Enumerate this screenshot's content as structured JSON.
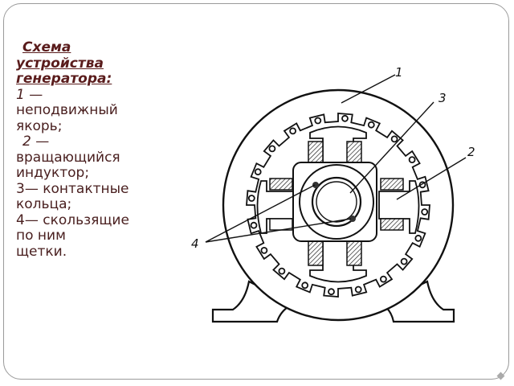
{
  "slide": {
    "title_lines": [
      "Схема",
      "устройства",
      "генератора:"
    ],
    "items": [
      {
        "number": "1",
        "text_lines": [
          "—",
          "неподвижный",
          "якорь;"
        ]
      },
      {
        "number": "2",
        "text_lines": [
          "—",
          "вращающийся",
          "индуктор;"
        ]
      },
      {
        "number": "3",
        "text_lines": [
          "— контактные",
          "кольца;"
        ]
      },
      {
        "number": "4",
        "text_lines": [
          "— скользящие",
          "по ним",
          "щетки."
        ]
      }
    ]
  },
  "diagram": {
    "labels": [
      "1",
      "2",
      "3",
      "4"
    ]
  },
  "colors": {
    "title": "#5a1c1c",
    "text": "#4a2020",
    "frame": "#9a9a9a"
  }
}
